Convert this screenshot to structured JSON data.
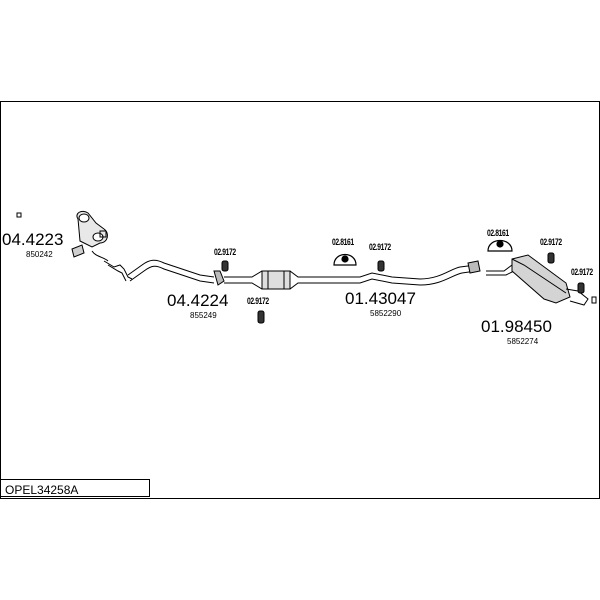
{
  "diagram": {
    "model_code": "OPEL34258A",
    "parts": [
      {
        "part_no": "04.4223",
        "oe_no": "850242"
      },
      {
        "part_no": "04.4224",
        "oe_no": "855249"
      },
      {
        "part_no": "01.43047",
        "oe_no": "5852290"
      },
      {
        "part_no": "01.98450",
        "oe_no": "5852274"
      }
    ],
    "fittings": [
      "02.9172",
      "02.9172",
      "02.8161",
      "02.9172",
      "02.8161",
      "02.9172",
      "02.9172"
    ]
  }
}
